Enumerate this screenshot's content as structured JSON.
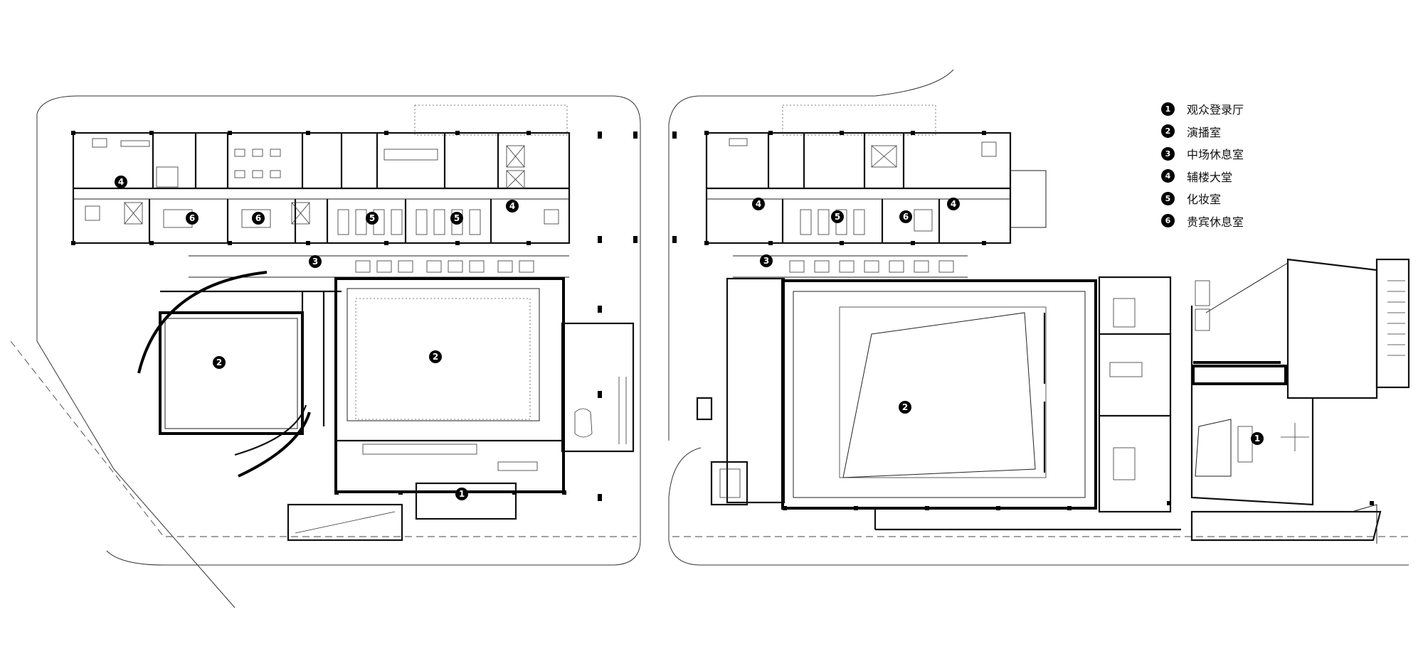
{
  "legend": [
    {
      "num": "1",
      "label": "观众登录厅"
    },
    {
      "num": "2",
      "label": "演播室"
    },
    {
      "num": "3",
      "label": "中场休息室"
    },
    {
      "num": "4",
      "label": "辅楼大堂"
    },
    {
      "num": "5",
      "label": "化妆室"
    },
    {
      "num": "6",
      "label": "贵宾休息室"
    }
  ],
  "markers_left": [
    "4",
    "6",
    "6",
    "5",
    "5",
    "4",
    "3",
    "2",
    "2",
    "1"
  ],
  "markers_right": [
    "4",
    "5",
    "6",
    "4",
    "3",
    "2",
    "1"
  ]
}
